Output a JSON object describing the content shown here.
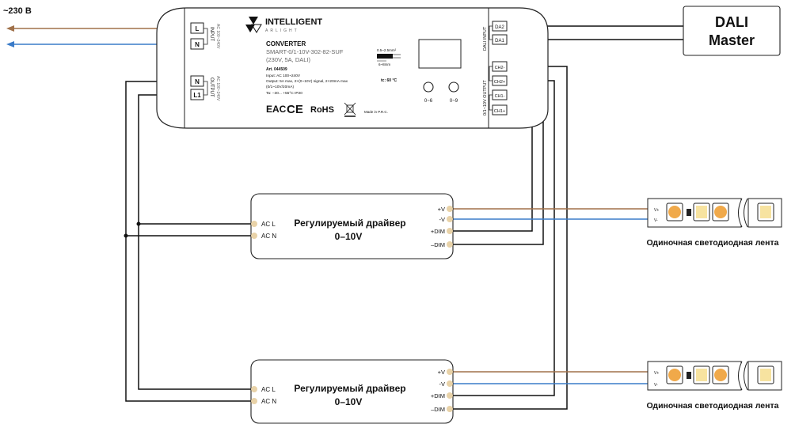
{
  "mains": {
    "label": "~230 В"
  },
  "converter": {
    "brand": "INTELLIGENT",
    "brand_sub": "ARLIGHT",
    "title": "CONVERTER",
    "model": "SMART-0/1-10V-302-82-SUF",
    "spec": "(230V, 5A, DALI)",
    "art": "Art. 044509",
    "input_spec": "Input: AC 100~240V",
    "output_spec": "Output: 5A max, 2×(0~10V) signal, 2×20mA max",
    "output_spec2": "(0/1~10V/20mA)",
    "ta": "Ta: −30... +55°C  IP20",
    "wire_gauge": "0.5~2.5mm²",
    "strip_len": "6~8mm",
    "tc": "tc: 60 °C",
    "dial1": "0~6",
    "dial2": "0~9",
    "made_in": "Made in P.R.C.",
    "cert_eac": "EAC",
    "cert_ce": "CE",
    "cert_rohs": "RoHS",
    "input_label": "INPUT",
    "input_sub": "AC 100~240V",
    "output_label": "OUTPUT",
    "output_sub": "AC 100~240V",
    "dali_input_label": "DALI INPUT",
    "ctrl_output_label": "0/1~10V OUTPUT",
    "terminals_left": [
      "L",
      "N",
      "N",
      "L1"
    ],
    "terminals_right": [
      "DA2",
      "DA1",
      "CH2-",
      "CH2+",
      "CH1-",
      "CH1+"
    ]
  },
  "dali_master": {
    "line1": "DALI",
    "line2": "Master"
  },
  "drivers": [
    {
      "title": "Регулируемый драйвер",
      "subtitle": "0–10V",
      "ac_l": "AC L",
      "ac_n": "AC N",
      "outputs": [
        "+V",
        "-V",
        "+DIM",
        "–DIM"
      ]
    },
    {
      "title": "Регулируемый драйвер",
      "subtitle": "0–10V",
      "ac_l": "AC L",
      "ac_n": "AC N",
      "outputs": [
        "+V",
        "-V",
        "+DIM",
        "–DIM"
      ]
    }
  ],
  "strips": [
    {
      "caption": "Одиночная светодиодная лента",
      "v_plus": "V+",
      "v_minus": "V-"
    },
    {
      "caption": "Одиночная светодиодная лента",
      "v_plus": "V+",
      "v_minus": "V-"
    }
  ],
  "colors": {
    "live_wire": "#a0714a",
    "neutral_wire": "#3a7bc8",
    "signal_wire": "#111111",
    "terminal_pad": "#e8d2a8",
    "led": "#f0a94a",
    "led_light": "#f7e3a0"
  }
}
